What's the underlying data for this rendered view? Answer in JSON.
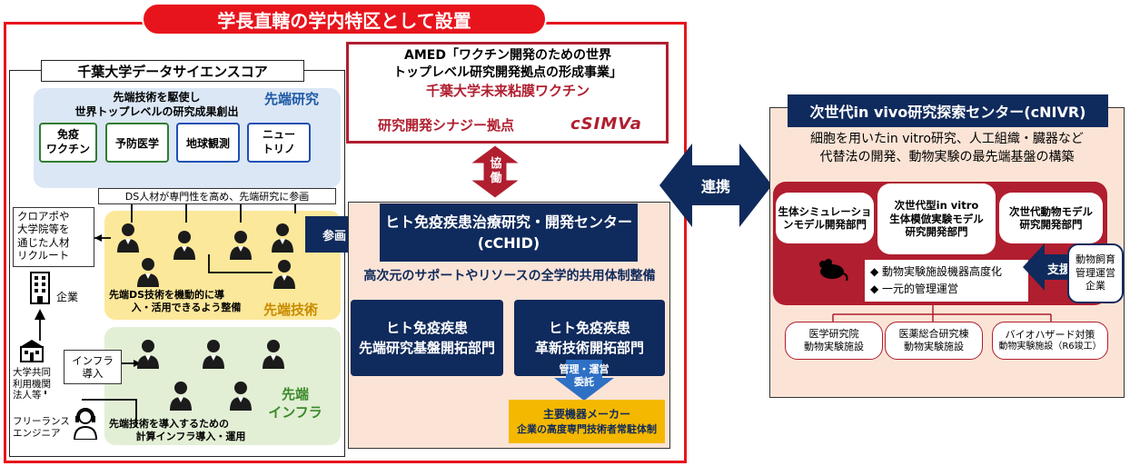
{
  "banner": {
    "title": "学長直轄の学内特区として設置"
  },
  "dsc": {
    "title": "千葉大学データサイエンスコア",
    "advanced_research": {
      "label": "先端研究",
      "desc_line1": "先端技術を駆使し",
      "desc_line2": "世界トップレベルの研究成果創出",
      "boxes": [
        {
          "line1": "免疫",
          "line2": "ワクチン"
        },
        {
          "line1": "予防医学",
          "line2": ""
        },
        {
          "line1": "地球観測",
          "line2": ""
        },
        {
          "line1": "ニュー",
          "line2": "トリノ"
        }
      ]
    },
    "ds_note": "DS人材が専門性を高め、先端研究に参画",
    "recruit": {
      "line1": "クロアポや",
      "line2": "大学院等を",
      "line3": "通じた人材",
      "line4": "リクルート"
    },
    "company": "企業",
    "advanced_tech": {
      "label": "先端技術",
      "desc_line1": "先端DS技術を機動的に導",
      "desc_line2": "入・活用できるよう整備"
    },
    "infra_intro": {
      "line1": "インフラ",
      "line2": "導入"
    },
    "univ_org": {
      "line1": "大学共同",
      "line2": "利用機関",
      "line3": "法人等"
    },
    "freelance": {
      "line1": "フリーランス",
      "line2": "エンジニア"
    },
    "advanced_infra": {
      "label_line1": "先端",
      "label_line2": "インフラ",
      "desc_line1": "先端技術を導入するための",
      "desc_line2": "計算インフラ導入・運用"
    }
  },
  "amed": {
    "line1": "AMED「ワクチン開発のための世界",
    "line2": "トップレベル研究開発拠点の形成事業」",
    "line3": "千葉大学未来粘膜ワクチン",
    "line4": "研究開発シナジー拠点",
    "logo": "cSIMVa"
  },
  "collab": {
    "line1": "協",
    "line2": "働"
  },
  "participation": "参画",
  "cchid": {
    "title_line1": "ヒト免疫疾患治療研究・開発センター",
    "title_line2": "(cCHID)",
    "subtitle": "高次元のサポートやリソースの全学的共用体制整備",
    "dept1": {
      "line1": "ヒト免疫疾患",
      "line2": "先端研究基盤開拓部門"
    },
    "dept2": {
      "line1": "ヒト免疫疾患",
      "line2": "革新技術開拓部門"
    },
    "delegation": {
      "line1": "管理・運営",
      "line2": "委託"
    },
    "maker": {
      "line1": "主要機器メーカー",
      "line2": "企業の高度専門技術者常駐体制"
    }
  },
  "cooperation": "連携",
  "cnivr": {
    "title": "次世代in vivo研究探索センター(cNIVR)",
    "desc_line1": "細胞を用いたin vitro研究、人工組織・臓器など",
    "desc_line2": "代替法の開発、動物実験の最先端基盤の構築",
    "depts": [
      {
        "line1": "生体シミュレーショ",
        "line2": "ンモデル開発部門",
        "line3": ""
      },
      {
        "line1": "次世代型in vitro",
        "line2": "生体模倣実験モデル",
        "line3": "研究開発部門"
      },
      {
        "line1": "次世代動物モデル",
        "line2": "研究開発部門",
        "line3": ""
      }
    ],
    "bullets": [
      "◆ 動物実験施設機器高度化",
      "◆ 一元的管理運営"
    ],
    "support": "支援",
    "breeding": {
      "line1": "動物飼育",
      "line2": "管理運営",
      "line3": "企業"
    },
    "facilities": [
      {
        "line1": "医学研究院",
        "line2": "動物実験施設"
      },
      {
        "line1": "医薬総合研究棟",
        "line2": "動物実験施設"
      },
      {
        "line1": "バイオハザード対策",
        "line2": "動物実験施設（R6竣工）"
      }
    ]
  },
  "colors": {
    "red": "#e8141c",
    "navy": "#0f2a5c",
    "crimson": "#b01e2f",
    "yellow": "#fce89a",
    "green": "#e2efd5",
    "blue": "#dbe7f5",
    "peach": "#fbe4d6",
    "gold": "#f5b800"
  }
}
